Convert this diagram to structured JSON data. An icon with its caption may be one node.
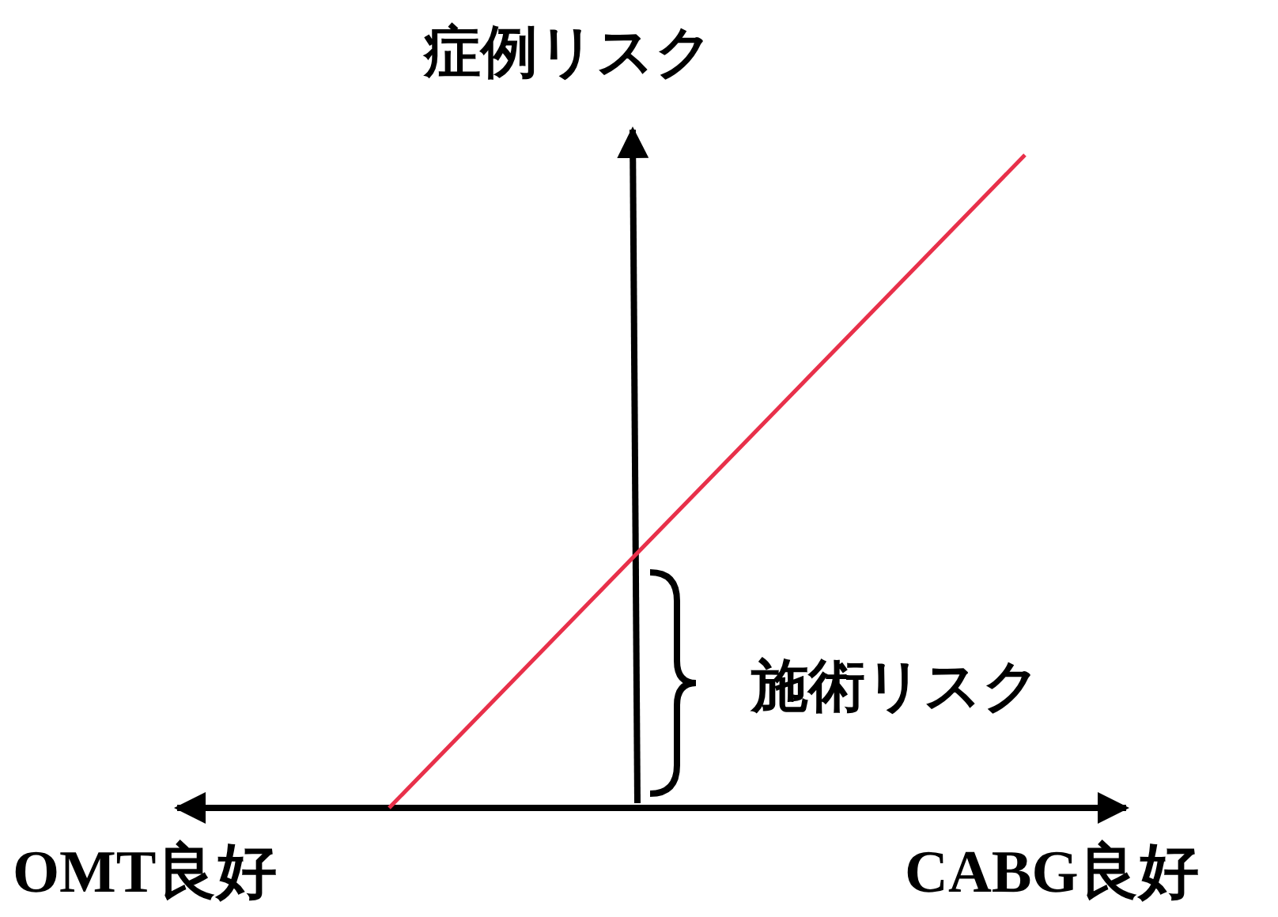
{
  "diagram": {
    "labels": [
      "症例リスク",
      "施術リスク",
      "OMT良好",
      "CABG良好"
    ]
  }
}
